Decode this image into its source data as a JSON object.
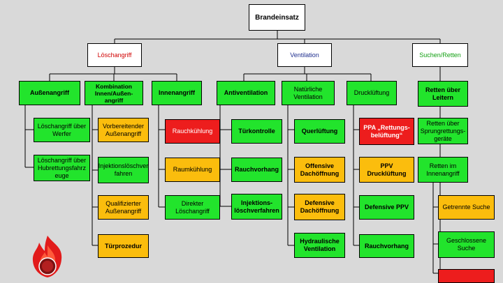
{
  "root": "Brandeinsatz",
  "categories": [
    {
      "label": "Löschangriff",
      "color": "#d00000"
    },
    {
      "label": "Ventilation",
      "color": "#1f2f8f"
    },
    {
      "label": "Suchen/Retten",
      "color": "#13a013"
    }
  ],
  "l2": [
    "Außenangriff",
    "Kombination Innen/Außen-angriff",
    "Innenangriff",
    "Antiventilation",
    "Natürliche Ventilation",
    "Drucklüftung",
    "Retten über Leitern"
  ],
  "col_aussen": [
    "Löschangriff über Werfer",
    "Löschangriff über Hubrettungsfahrz euge"
  ],
  "col_kombi": [
    "Vorbereitender Außenangriff",
    "Injektionslöschver fahren",
    "Qualifizierter Außenangriff",
    "Türprozedur"
  ],
  "col_innen": [
    "Rauchkühlung",
    "Raumkühlung",
    "Direkter Löschangriff"
  ],
  "col_anti": [
    "Türkontrolle",
    "Rauchvorhang",
    "Injektions-löschverfahren"
  ],
  "col_natur": [
    "Querlüftung",
    "Offensive Dachöffnung",
    "Defensive Dachöffnung",
    "Hydraulische Ventilation"
  ],
  "col_druck": [
    "PPA „Rettungs-belüftung“",
    "PPV Drucklüftung",
    "Defensive PPV",
    "Rauchvorhang"
  ],
  "col_retten": [
    "Retten über Sprungrettungs-geräte",
    "Retten im Innenangriff"
  ],
  "col_suche": [
    "Getrennte Suche",
    "Geschlossene Suche"
  ],
  "colors": {
    "green": "#22e42c",
    "orange": "#fbbd0d",
    "red": "#ed1d1d",
    "background": "#d9d9d9"
  }
}
